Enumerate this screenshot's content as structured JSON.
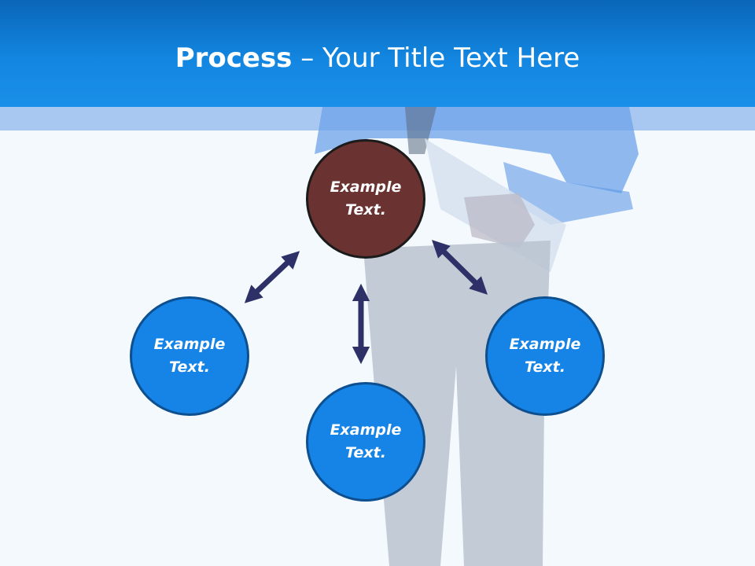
{
  "header": {
    "title_bold": "Process",
    "title_rest": " – Your Title Text Here"
  },
  "diagram": {
    "center_node": "Example Text.",
    "left_node": "Example Text.",
    "bottom_node": "Example Text.",
    "right_node": "Example Text."
  },
  "colors": {
    "header_blue": "#1286e0",
    "center_fill": "#6b3232",
    "node_fill": "#1584e6",
    "arrow": "#2e3168"
  }
}
